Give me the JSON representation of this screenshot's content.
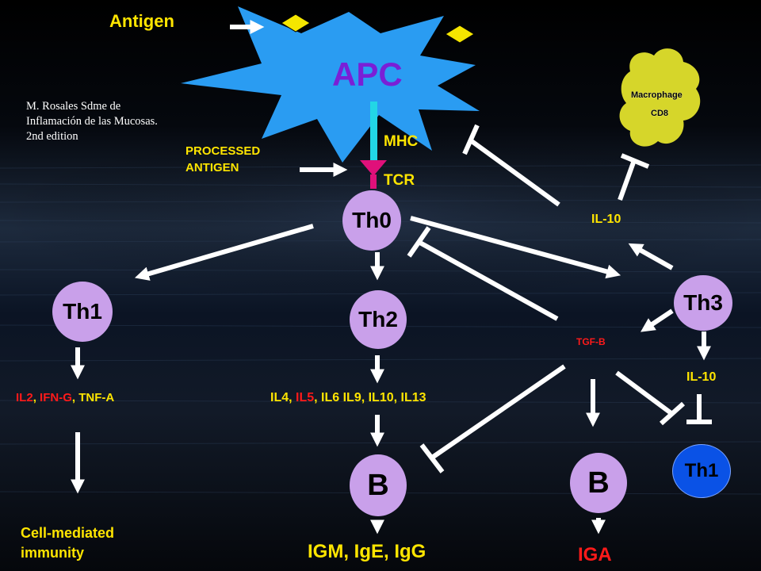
{
  "labels": {
    "antigen": "Antigen",
    "apc": "APC",
    "macrophage": "Macrophage",
    "cd8": "CD8",
    "credit": "M. Rosales Sdme de Inflamación de las Mucosas. 2nd edition",
    "processed_antigen_1": "PROCESSED",
    "processed_antigen_2": "ANTIGEN",
    "mhc": "MHC",
    "tcr": "TCR",
    "th0": "Th0",
    "il10_top": "IL-10",
    "th1_left": "Th1",
    "th2": "Th2",
    "th3": "Th3",
    "tgfb": "TGF-B",
    "il10_right": "IL-10",
    "th1_lymph": "Th1",
    "th1_cytokines": {
      "il2": "IL2",
      "sep1": ", ",
      "ifng": "IFN-G",
      "sep2": ", ",
      "tnfa": "TNF-A"
    },
    "th2_cytokines": {
      "il4": "IL4, ",
      "il5": "IL5",
      "rest": ", IL6 IL9, IL10, IL13"
    },
    "b_center": "B",
    "b_right": "B",
    "cell_mediated_1": "Cell-mediated",
    "cell_mediated_2": "immunity",
    "igm": "IGM, IgE, IgG",
    "iga": "IGA"
  },
  "colors": {
    "apc": "#2a9cf2",
    "label_yellow": "#ffe500",
    "label_red": "#ff1a1a",
    "node_purple": "#c9a0ea",
    "th1_blue": "#0a52e6",
    "macrophage": "#d6d62a",
    "antigen_diamond": "#f5e600",
    "mhc_bar": "#22d6e6",
    "tcr_receptor": "#e0107a"
  }
}
